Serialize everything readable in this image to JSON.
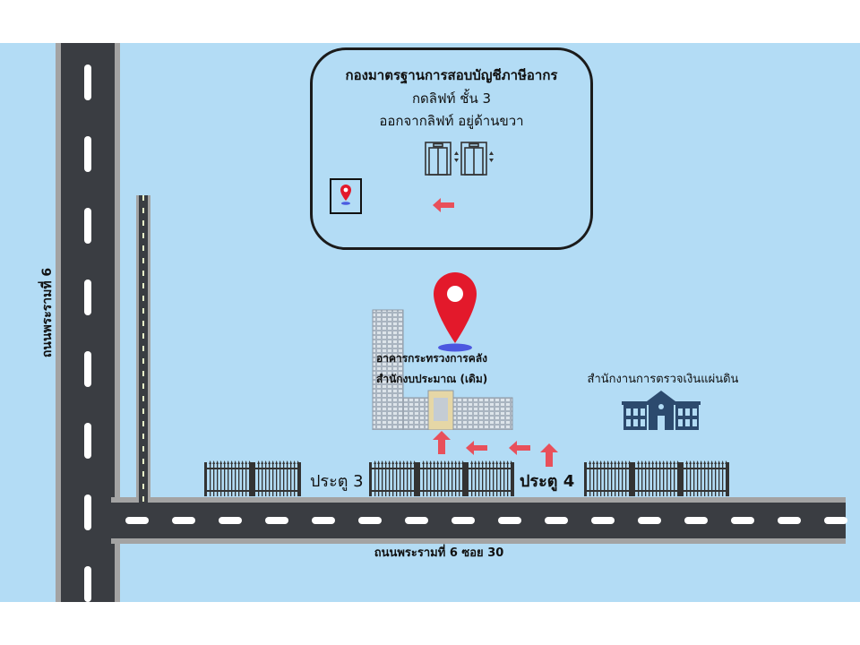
{
  "info_box": {
    "title": "กองมาตรฐานการสอบบัญชีภาษีอากร",
    "line1": "กดลิฟท์ ชั้น 3",
    "line2": "ออกจากลิฟท์ อยู่ด้านขวา"
  },
  "roads": {
    "rama6": "ถนนพระรามที่ 6",
    "rama6_soi30": "ถนนพระรามที่ 6 ซอย 30"
  },
  "buildings": {
    "ministry_line1": "อาคารกระทรวงการคลัง",
    "ministry_line2": "สำนักงบประมาณ (เดิม)",
    "audit_office": "สำนักงานการตรวจเงินแผ่นดิน"
  },
  "gates": {
    "gate3": "ประตู 3",
    "gate4": "ประตู 4"
  },
  "colors": {
    "background": "#b3dcf5",
    "road": "#3a3d42",
    "pin": "#e3192b",
    "arrow": "#e8505b",
    "building_dark": "#2c4a6e"
  },
  "icons": [
    "elevator-icon",
    "location-pin-icon",
    "arrow-left-icon",
    "arrow-up-icon",
    "government-building-icon",
    "office-building-icon",
    "fence-icon"
  ]
}
